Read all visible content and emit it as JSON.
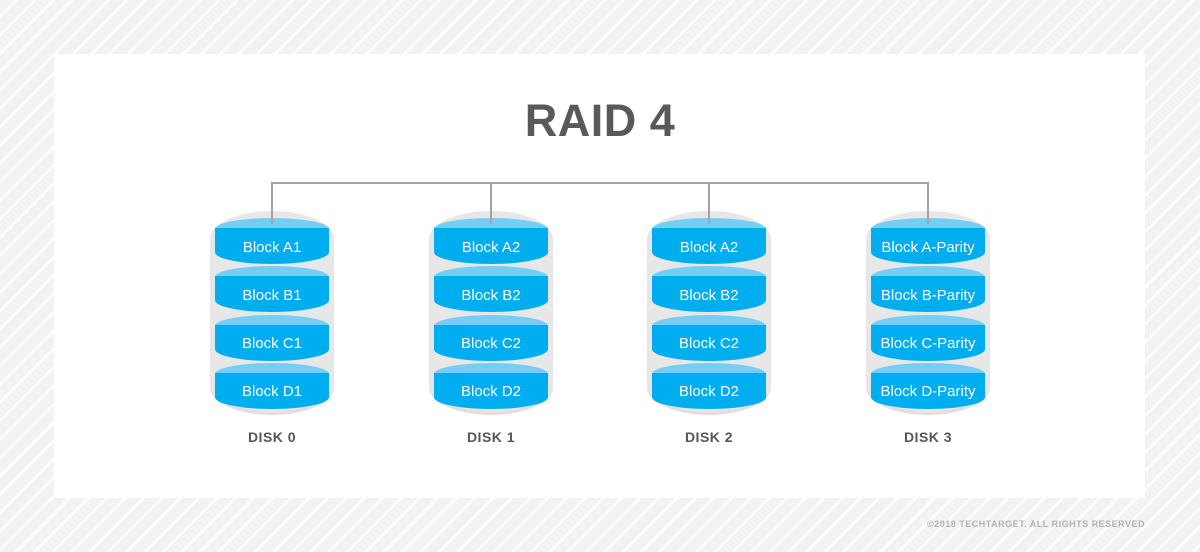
{
  "title": "RAID 4",
  "disks": [
    {
      "label": "DISK 0",
      "blocks": [
        "Block A1",
        "Block B1",
        "Block C1",
        "Block D1"
      ]
    },
    {
      "label": "DISK 1",
      "blocks": [
        "Block A2",
        "Block B2",
        "Block C2",
        "Block D2"
      ]
    },
    {
      "label": "DISK 2",
      "blocks": [
        "Block A2",
        "Block B2",
        "Block C2",
        "Block D2"
      ]
    },
    {
      "label": "DISK 3",
      "blocks": [
        "Block A-Parity",
        "Block B-Parity",
        "Block C-Parity",
        "Block D-Parity"
      ]
    }
  ],
  "footer": {
    "copyright": "©2018 TECHTARGET. ALL RIGHTS RESERVED"
  },
  "colors": {
    "title_color": "#58595b",
    "block_color": "#00aeef",
    "block_top_color": "#74cef3",
    "shell_color": "#e7e7e7",
    "connector_color": "#a3a3a3",
    "label_color": "#55565a",
    "copyright_color": "#b1b1b1"
  }
}
